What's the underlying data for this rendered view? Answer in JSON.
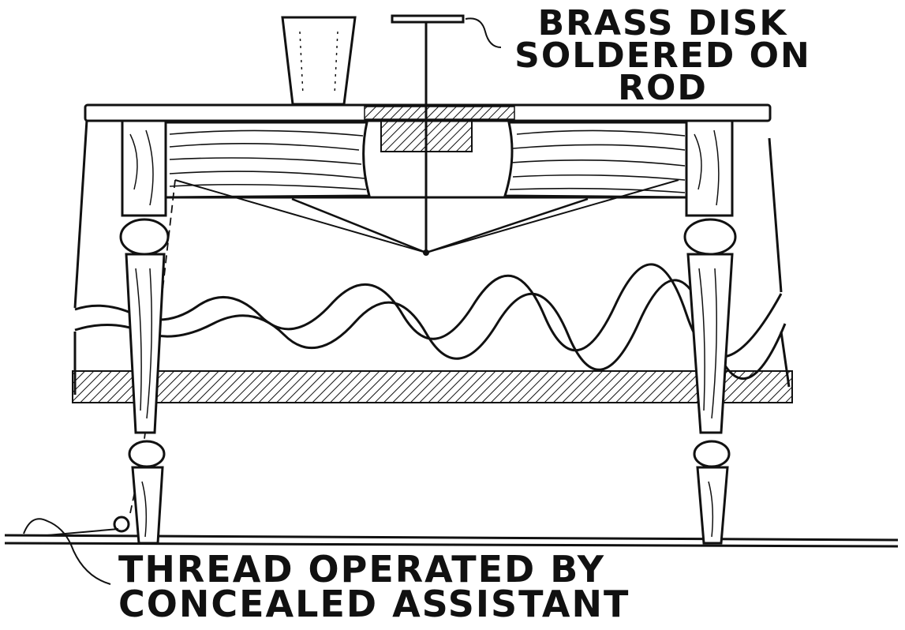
{
  "diagram": {
    "labels": {
      "brass_disk": [
        "BRASS DISK",
        "SOLDERED ON",
        "ROD"
      ],
      "thread": [
        "THREAD OPERATED BY",
        "CONCEALED ASSISTANT"
      ]
    },
    "colors": {
      "ink": "#111111",
      "paper": "#ffffff"
    }
  }
}
